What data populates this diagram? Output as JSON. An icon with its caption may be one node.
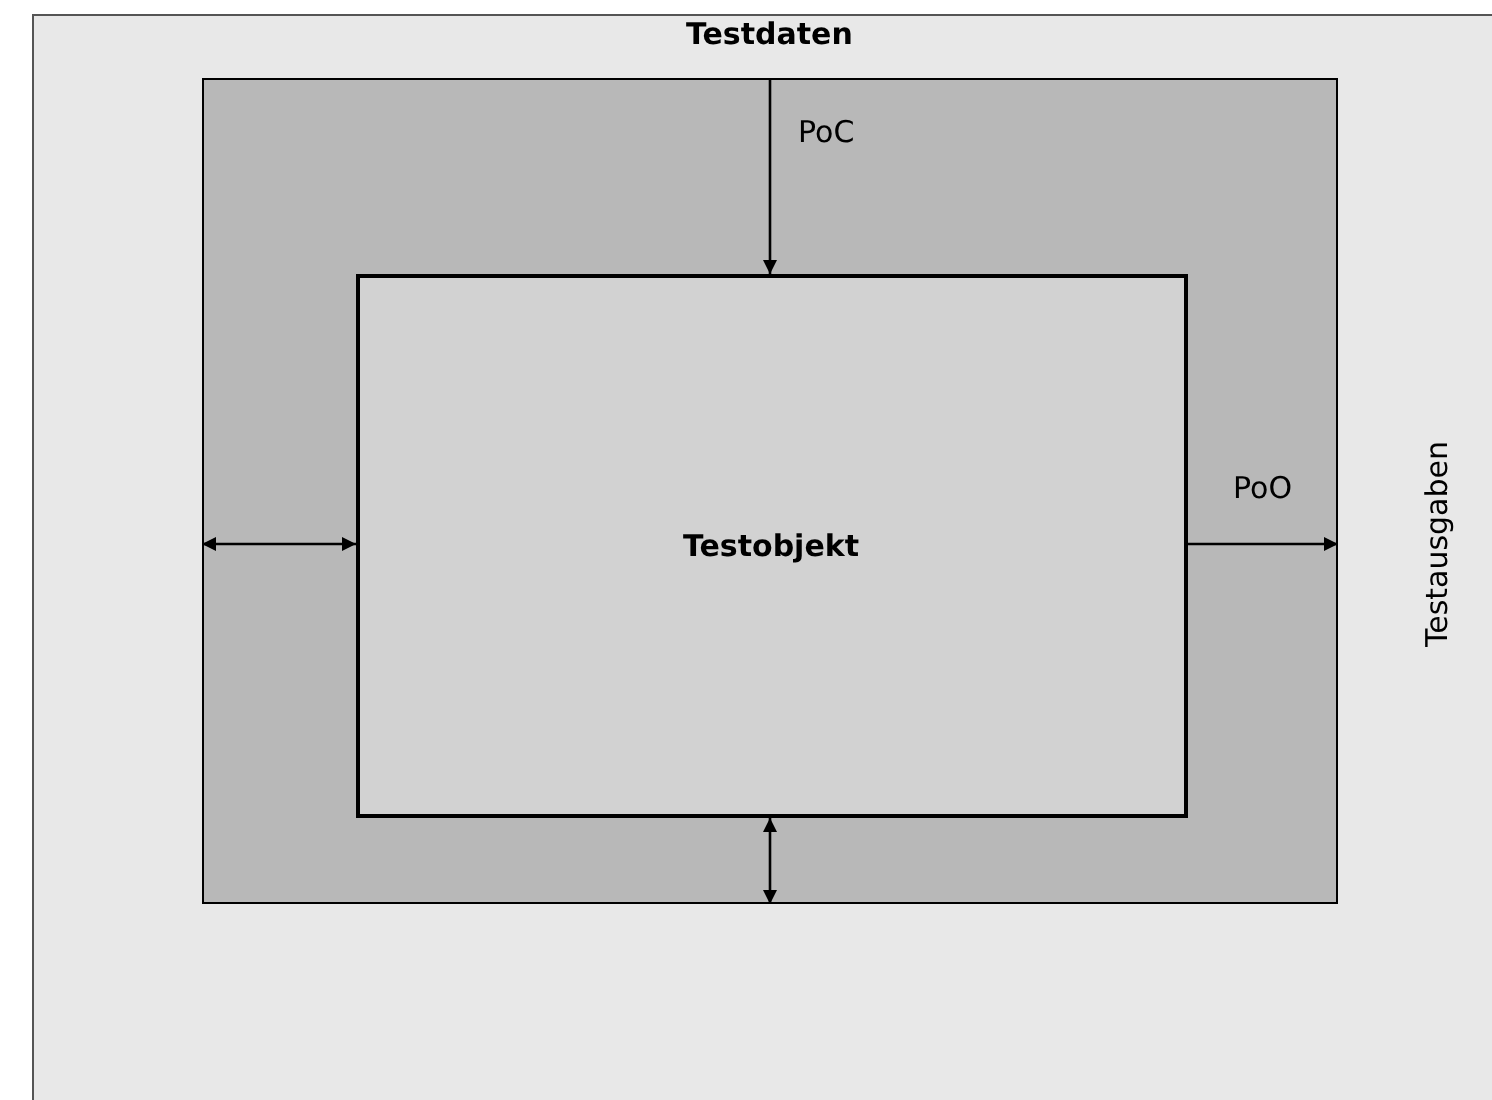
{
  "diagram": {
    "nodes": [
      {
        "text": [
          "Testdaten"
        ]
      },
      {
        "text": [
          "Testobjekt"
        ],
        "in": 0
      }
    ],
    "edges": [
      {
        "from": 0,
        "to": 1,
        "arrow": "to",
        "label": "PoC"
      },
      {
        "from": 1,
        "to": 0,
        "arrow": "to",
        "label": "PoO"
      },
      {
        "from": 0,
        "to": 1,
        "arrow": "both"
      },
      {
        "from": 1,
        "to": 0,
        "arrow": "both"
      }
    ],
    "labels": [
      "Testausgaben"
    ]
  }
}
